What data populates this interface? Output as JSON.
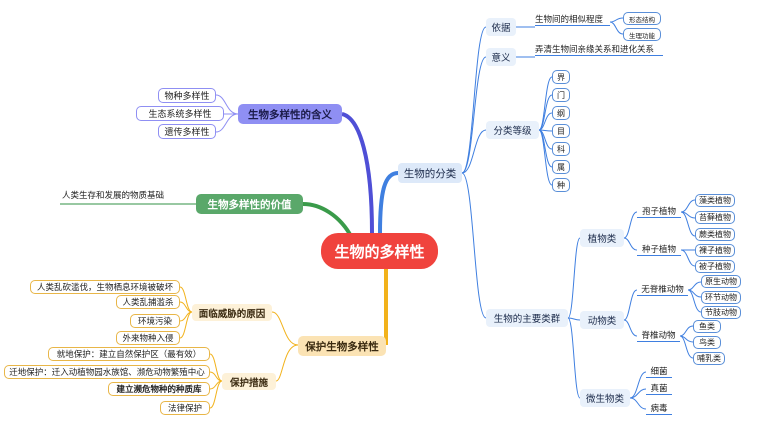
{
  "central": "生物的多样性",
  "classification": {
    "title": "生物的分类",
    "basis": {
      "label": "依据",
      "desc": "生物间的相似程度",
      "items": [
        "形态结构",
        "生理功能"
      ]
    },
    "meaning": {
      "label": "意义",
      "desc": "弄清生物间亲缘关系和进化关系"
    },
    "ranks": {
      "label": "分类等级",
      "items": [
        "界",
        "门",
        "纲",
        "目",
        "科",
        "属",
        "种"
      ]
    },
    "main_groups": {
      "label": "生物的主要类群",
      "plants": {
        "label": "植物类",
        "spore": {
          "label": "孢子植物",
          "items": [
            "藻类植物",
            "苔藓植物",
            "蕨类植物"
          ]
        },
        "seed": {
          "label": "种子植物",
          "items": [
            "裸子植物",
            "被子植物"
          ]
        }
      },
      "animals": {
        "label": "动物类",
        "invertebrates": {
          "label": "无脊椎动物",
          "items": [
            "原生动物",
            "环节动物",
            "节肢动物"
          ]
        },
        "vertebrates": {
          "label": "脊椎动物",
          "items": [
            "鱼类",
            "鸟类",
            "哺乳类"
          ]
        }
      },
      "microbes": {
        "label": "微生物类",
        "items": [
          "细菌",
          "真菌",
          "病毒"
        ]
      }
    }
  },
  "meaning_of_diversity": {
    "title": "生物多样性的含义",
    "items": [
      "物种多样性",
      "生态系统多样性",
      "遗传多样性"
    ]
  },
  "value": {
    "title": "生物多样性的价值",
    "desc": "人类生存和发展的物质基础"
  },
  "protection": {
    "title": "保护生物多样性",
    "threats": {
      "label": "面临威胁的原因",
      "items": [
        "人类乱砍滥伐，生物栖息环境被破坏",
        "人类乱捕滥杀",
        "环境污染",
        "外来物种入侵"
      ]
    },
    "measures": {
      "label": "保护措施",
      "items": [
        "就地保护：建立自然保护区（最有效）",
        "迁地保护：迁入动植物园水族馆、濒危动物繁殖中心",
        "建立濒危物种的种质库",
        "法律保护"
      ]
    }
  },
  "colors": {
    "central": "#f0433d",
    "blue": "#3f7fe0",
    "purple": "#4f4fd6",
    "green": "#3a9b4a",
    "yellow": "#f2b21b"
  }
}
